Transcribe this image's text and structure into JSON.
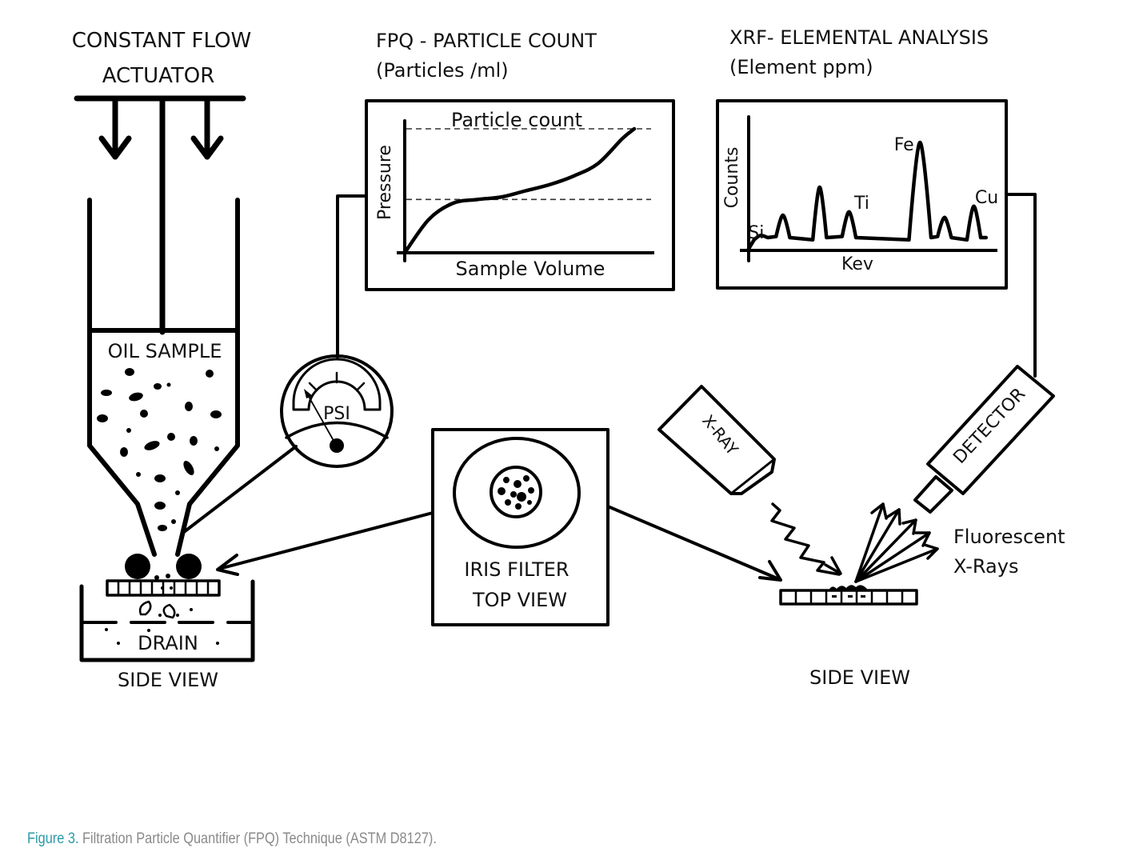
{
  "actuator": {
    "title_line1": "CONSTANT FLOW",
    "title_line2": "ACTUATOR"
  },
  "syringe": {
    "label": "OIL SAMPLE"
  },
  "gauge": {
    "label": "PSI"
  },
  "drain": {
    "label": "DRAIN",
    "view_label": "SIDE VIEW"
  },
  "fpq_panel": {
    "title_line1": "FPQ - PARTICLE COUNT",
    "title_line2": "(Particles /ml)",
    "chart_title": "Particle count",
    "ylabel": "Pressure",
    "xlabel": "Sample Volume"
  },
  "xrf_panel": {
    "title_line1": "XRF- ELEMENTAL ANALYSIS",
    "title_line2": "(Element ppm)",
    "ylabel": "Counts",
    "xlabel": "Kev",
    "peaks": [
      "Si",
      "Ti",
      "Fe",
      "Cu"
    ]
  },
  "iris_filter": {
    "label_line1": "IRIS FILTER",
    "label_line2": "TOP VIEW"
  },
  "xrf_setup": {
    "source_label": "X-RAY",
    "detector_label": "DETECTOR",
    "emission_line1": "Fluorescent",
    "emission_line2": "X-Rays",
    "view_label": "SIDE VIEW"
  },
  "caption": {
    "figure_label": "Figure 3.",
    "text": "Filtration Particle Quantifier (FPQ) Technique (ASTM D8127).",
    "accent_color": "#2a9aa8"
  },
  "chart_data": [
    {
      "type": "line",
      "title": "Particle count",
      "xlabel": "Sample Volume",
      "ylabel": "Pressure",
      "note": "Qualitative schematic curve; axes unscaled",
      "x": [
        0,
        0.1,
        0.2,
        0.3,
        0.4,
        0.5,
        0.6,
        0.7,
        0.8,
        0.9,
        0.95
      ],
      "y": [
        0,
        0.27,
        0.4,
        0.43,
        0.45,
        0.5,
        0.55,
        0.62,
        0.72,
        0.92,
        1.0
      ],
      "reference_lines": [
        0.43,
        1.0
      ]
    },
    {
      "type": "line",
      "title": "XRF spectrum",
      "xlabel": "Kev",
      "ylabel": "Counts",
      "note": "Qualitative schematic spectrum; axes unscaled",
      "peaks": [
        {
          "label": "Si",
          "x": 0.05,
          "y": 0.12
        },
        {
          "label": "",
          "x": 0.14,
          "y": 0.3
        },
        {
          "label": "",
          "x": 0.29,
          "y": 0.55
        },
        {
          "label": "Ti",
          "x": 0.41,
          "y": 0.33
        },
        {
          "label": "Fe",
          "x": 0.7,
          "y": 0.95
        },
        {
          "label": "",
          "x": 0.8,
          "y": 0.28
        },
        {
          "label": "Cu",
          "x": 0.92,
          "y": 0.38
        }
      ]
    }
  ]
}
